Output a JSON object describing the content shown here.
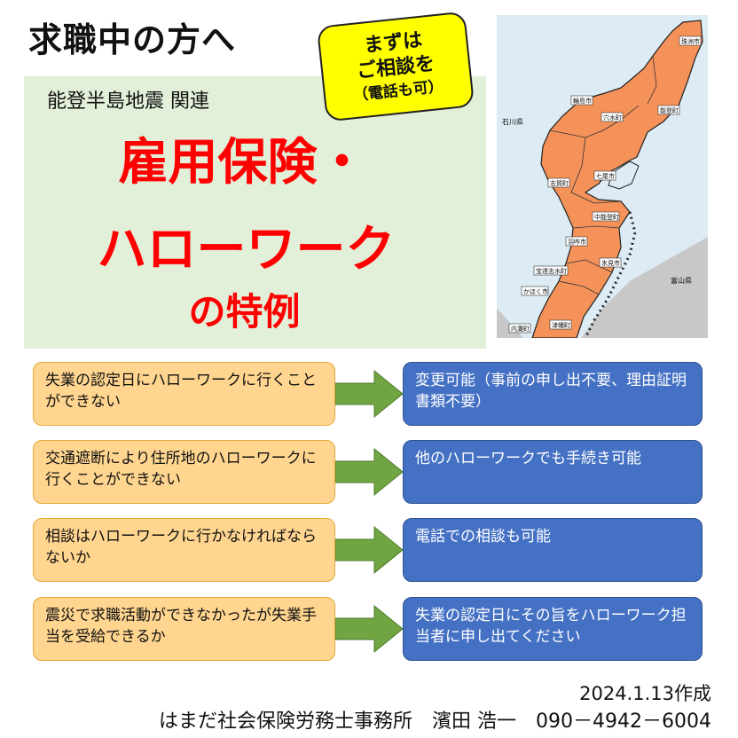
{
  "heading": "求職中の方へ",
  "callout": {
    "line1": "まずは",
    "line2": "ご相談を",
    "line3": "（電話も可）"
  },
  "hero": {
    "subtitle": "能登半島地震 関連",
    "line1": "雇用保険・",
    "line2": "ハローワーク",
    "line3": "の特例"
  },
  "map": {
    "labels": {
      "ishikawa": "石川県",
      "toyama": "富山県",
      "suzu": "珠洲市",
      "wajima": "輪島市",
      "noto": "能登町",
      "anamizu": "穴水町",
      "nanao": "七尾市",
      "shika": "志賀町",
      "nakanoto": "中能登町",
      "hakui": "羽咋市",
      "himi": "氷見市",
      "hodatsushimizu": "宝達志水町",
      "kahoku": "かほく市",
      "uchinada": "内灘町",
      "tsubata": "津幡町"
    },
    "colors": {
      "land": "#f4925a",
      "sea": "#dcebf4",
      "other_land": "#c8c8c8"
    }
  },
  "rows": [
    {
      "question": "失業の認定日にハローワークに行くことができない",
      "answer": "変更可能（事前の申し出不要、理由証明書類不要）"
    },
    {
      "question": "交通遮断により住所地のハローワークに行くことができない",
      "answer": "他のハローワークでも手続き可能"
    },
    {
      "question": "相談はハローワークに行かなければならないか",
      "answer": "電話での相談も可能"
    },
    {
      "question": "震災で求職活動ができなかったが失業手当を受給できるか",
      "answer": "失業の認定日にその旨をハローワーク担当者に申し出てください"
    }
  ],
  "date": "2024.1.13作成",
  "footer": "はまだ社会保険労務士事務所　濱田 浩一　090－4942－6004",
  "colors": {
    "question_bg": "#ffd58f",
    "answer_bg": "#4571c4",
    "arrow": "#70a542",
    "hero_text": "#ff0000",
    "hero_bg": "#e2efd9",
    "callout_bg": "#ffff00"
  }
}
